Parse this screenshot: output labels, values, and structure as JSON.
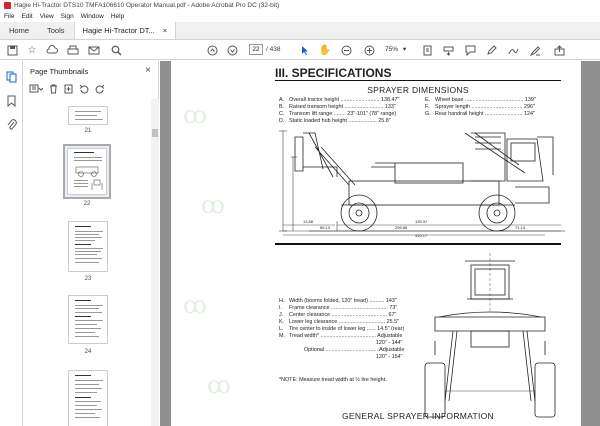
{
  "window": {
    "title": "Hagie Hi-Tractor DTS10 TMFA106610 Operator Manual.pdf - Adobe Acrobat Pro DC (32-bit)"
  },
  "menu": [
    "File",
    "Edit",
    "View",
    "Sign",
    "Window",
    "Help"
  ],
  "tabs": {
    "home": "Home",
    "tools": "Tools",
    "document": "Hagie Hi-Tractor DT...",
    "close": "×"
  },
  "toolbar": {
    "page_current": "22",
    "page_total": "/ 438",
    "zoom": "75%"
  },
  "thumbnails": {
    "panel_title": "Page Thumbnails",
    "close": "×",
    "pages": [
      "21",
      "22",
      "23",
      "24"
    ]
  },
  "document": {
    "heading": "III.  SPECIFICATIONS",
    "sprayer_dimensions": "SPRAYER DIMENSIONS",
    "specs_left": [
      {
        "k": "A.",
        "v": "Overall tractor height .......................... 138.47\""
      },
      {
        "k": "B.",
        "v": "Raised transom height .......................... 133\""
      },
      {
        "k": "C.",
        "v": "Transom lift range ........ 23\"-101\" (78\" range)"
      },
      {
        "k": "D.",
        "v": "Static loaded hub height ................... 25.8\""
      }
    ],
    "specs_right": [
      {
        "k": "E.",
        "v": "Wheel base ....................................... 139\""
      },
      {
        "k": "F.",
        "v": "Sprayer length .................................. 296\""
      },
      {
        "k": "G.",
        "v": "Rear handrail height ......................... 124\""
      }
    ],
    "specs_lower": [
      {
        "k": "H.",
        "v": "Width (booms folded, 120\" tread) .......... 143\""
      },
      {
        "k": "I.",
        "v": "Frame clearance ...................................... 73\""
      },
      {
        "k": "J.",
        "v": "Center clearance ..................................... 67\""
      },
      {
        "k": "K.",
        "v": "Lower leg clearance ............................... 25.5\""
      },
      {
        "k": "L.",
        "v": "Tire center to inside of lower leg ...... 14.5\" (rear)"
      },
      {
        "k": "M.",
        "v": "Tread width* ..................................... Adjustable"
      },
      {
        "k": "",
        "v": "                                                          120\" - 144\""
      },
      {
        "k": "",
        "v": "          Optional ................................... Adjustable"
      },
      {
        "k": "",
        "v": "                                                          120\" - 154\""
      }
    ],
    "dim_labels": [
      "13.88",
      "296.88",
      "139.37",
      "71.13",
      "85.13",
      "310.17"
    ],
    "note": "*NOTE: Measure tread width at ½ tire height.",
    "general_info": "GENERAL SPRAYER INFORMATION"
  }
}
